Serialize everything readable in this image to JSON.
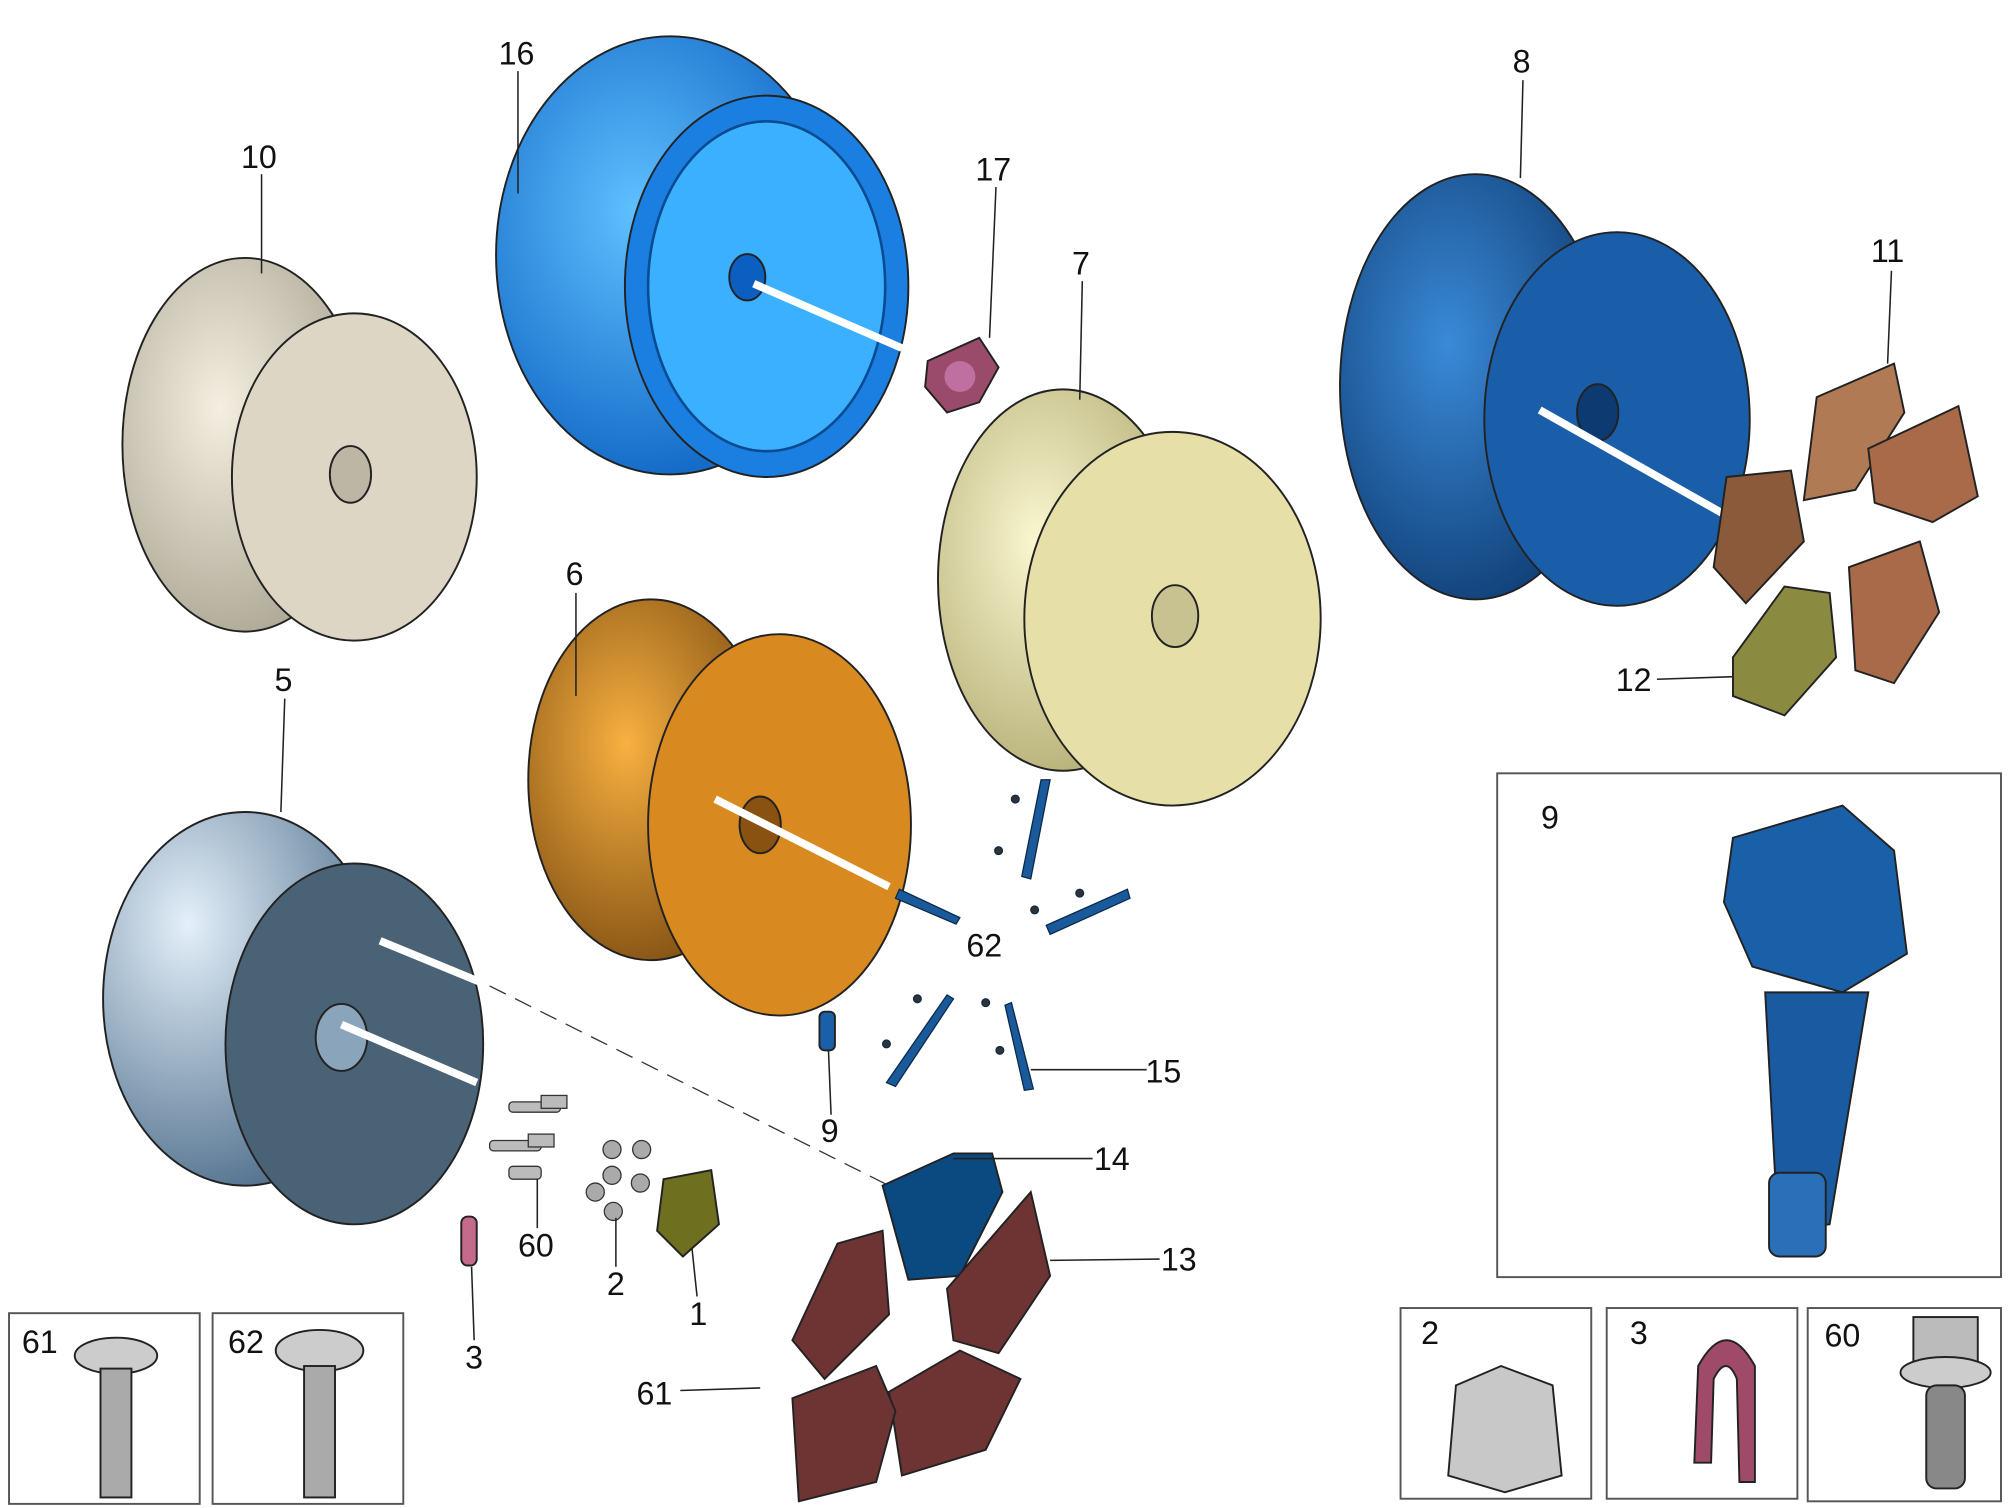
{
  "title": "Wheel parts exploded diagram",
  "colors": {
    "wheel16": "#1a7fe0",
    "wheel10": "#d8d2c0",
    "wheel7": "#e6e0a8",
    "wheel8": "#1a5da8",
    "wheel6": "#d88a20",
    "wheel5": "#7fa8c8",
    "cover13": "#6e3434",
    "cover14": "#0a4a80",
    "cover11": "#b07a55",
    "cover12": "#8a8a40",
    "clip3": "#c46a8a",
    "part1": "#7a7a20",
    "sensor9": "#1a60a8",
    "trim15": "#1a5a9a"
  },
  "callouts": {
    "c16": "16",
    "c10": "10",
    "c17": "17",
    "c7": "7",
    "c8": "8",
    "c11": "11",
    "c12": "12",
    "c6": "6",
    "c5": "5",
    "c9_inset": "9",
    "c62": "62",
    "c15": "15",
    "c9": "9",
    "c14": "14",
    "c13": "13",
    "c60": "60",
    "c2": "2",
    "c1": "1",
    "c3": "3",
    "c61": "61"
  },
  "insets": {
    "i61": "61",
    "i62": "62",
    "i2": "2",
    "i3": "3",
    "i60": "60"
  }
}
